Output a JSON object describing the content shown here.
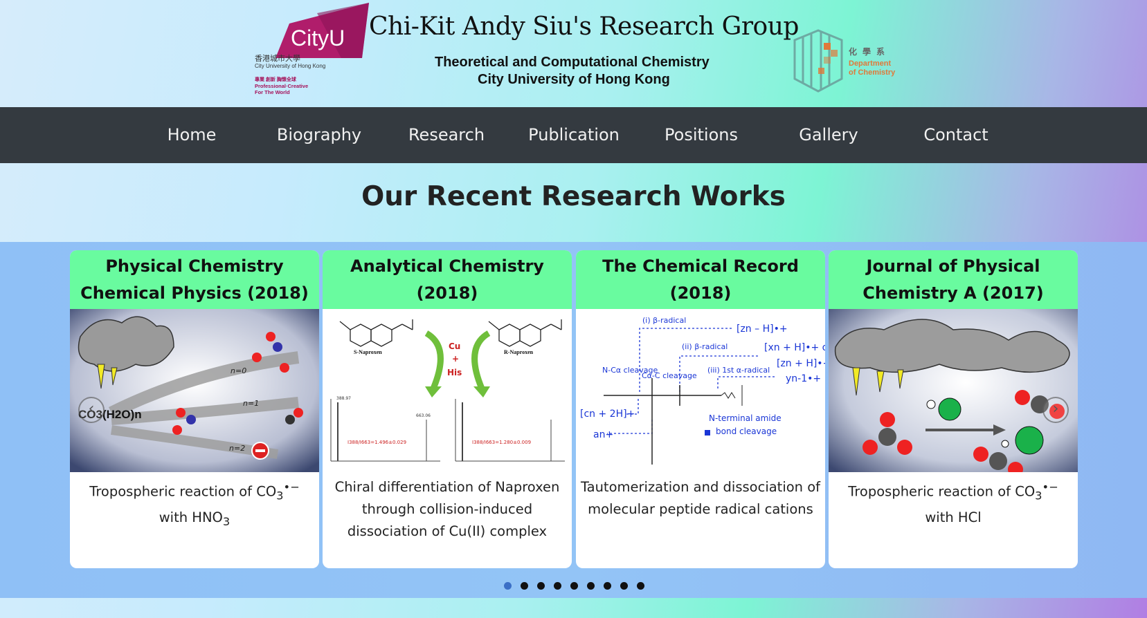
{
  "header": {
    "logo": {
      "wordmark": "CityU",
      "chinese": "香港城市大學",
      "english": "City University of Hong Kong",
      "tagline_chinese": "專業 創新 胸懷全球",
      "tagline_line1": "Professional·Creative",
      "tagline_line2": "For The World"
    },
    "title": "Chi-Kit Andy Siu's Research Group",
    "subtitle_line1": "Theoretical and Computational Chemistry",
    "subtitle_line2": "City University of Hong Kong",
    "dept_logo": {
      "chinese": "化學系",
      "english_line1": "Department",
      "english_line2": "of Chemistry"
    }
  },
  "nav": {
    "items": [
      {
        "label": "Home"
      },
      {
        "label": "Biography"
      },
      {
        "label": "Research"
      },
      {
        "label": "Publication"
      },
      {
        "label": "Positions"
      },
      {
        "label": "Gallery"
      },
      {
        "label": "Contact"
      }
    ]
  },
  "main": {
    "section_title": "Our Recent Research Works"
  },
  "carousel": {
    "cards": [
      {
        "journal": "Physical Chemistry Chemical Physics (2018)",
        "caption_pre": "Tropospheric reaction of CO",
        "caption_sub": "3",
        "caption_sup": "•−",
        "caption_mid": " with HNO",
        "caption_sub2": "3",
        "image_labels": {
          "cluster": "CO3(H2O)n",
          "n0": "n=0",
          "n1": "n=1",
          "n2": "n=2"
        }
      },
      {
        "journal": "Analytical Chemistry (2018)",
        "caption": "Chiral differentiation of Naproxen through collision-induced dissociation of Cu(II) complex",
        "image_labels": {
          "left": "S-Naproxen",
          "right": "R-Naproxen",
          "cu": "Cu",
          "plus": "+",
          "his": "His",
          "ratio1": "I388/I663=1.496±0.029",
          "ratio2": "I388/I663=1.280±0.009",
          "peak1": "388.97",
          "peak2": "663.06"
        }
      },
      {
        "journal": "The Chemical Record (2018)",
        "caption": "Tautomerization and dissociation of molecular peptide radical cations",
        "image_labels": {
          "b1": "(i) β-radical",
          "b2": "(ii) β-radical",
          "a1": "(iii) 1st α-radical",
          "z": "[zn – H]•+",
          "x": "[xn + H]•+ or",
          "z2": "[zn + H]•+",
          "y": "yn-1•+",
          "c": "[cn + 2H]+",
          "a": "an+",
          "nc": "N-Cα cleavage",
          "cc": "Cα-C cleavage",
          "amide1": "N-terminal amide",
          "amide2": "bond cleavage"
        }
      },
      {
        "journal": "Journal of Physical Chemistry A (2017)",
        "caption_pre": "Tropospheric reaction of CO",
        "caption_sub": "3",
        "caption_sup": "•−",
        "caption_mid": " with HCl"
      }
    ],
    "prev_icon": "chevron-left-icon",
    "next_icon": "chevron-right-icon",
    "prev_glyph": "‹",
    "next_glyph": "›",
    "indicator_count": 9,
    "active_index": 0
  },
  "colors": {
    "nav_bg": "#343a40",
    "card_header": "#69fb9f",
    "carousel_bg": "#93c4f6",
    "brand_magenta": "#a5125a",
    "dept_orange": "#e0793a"
  }
}
